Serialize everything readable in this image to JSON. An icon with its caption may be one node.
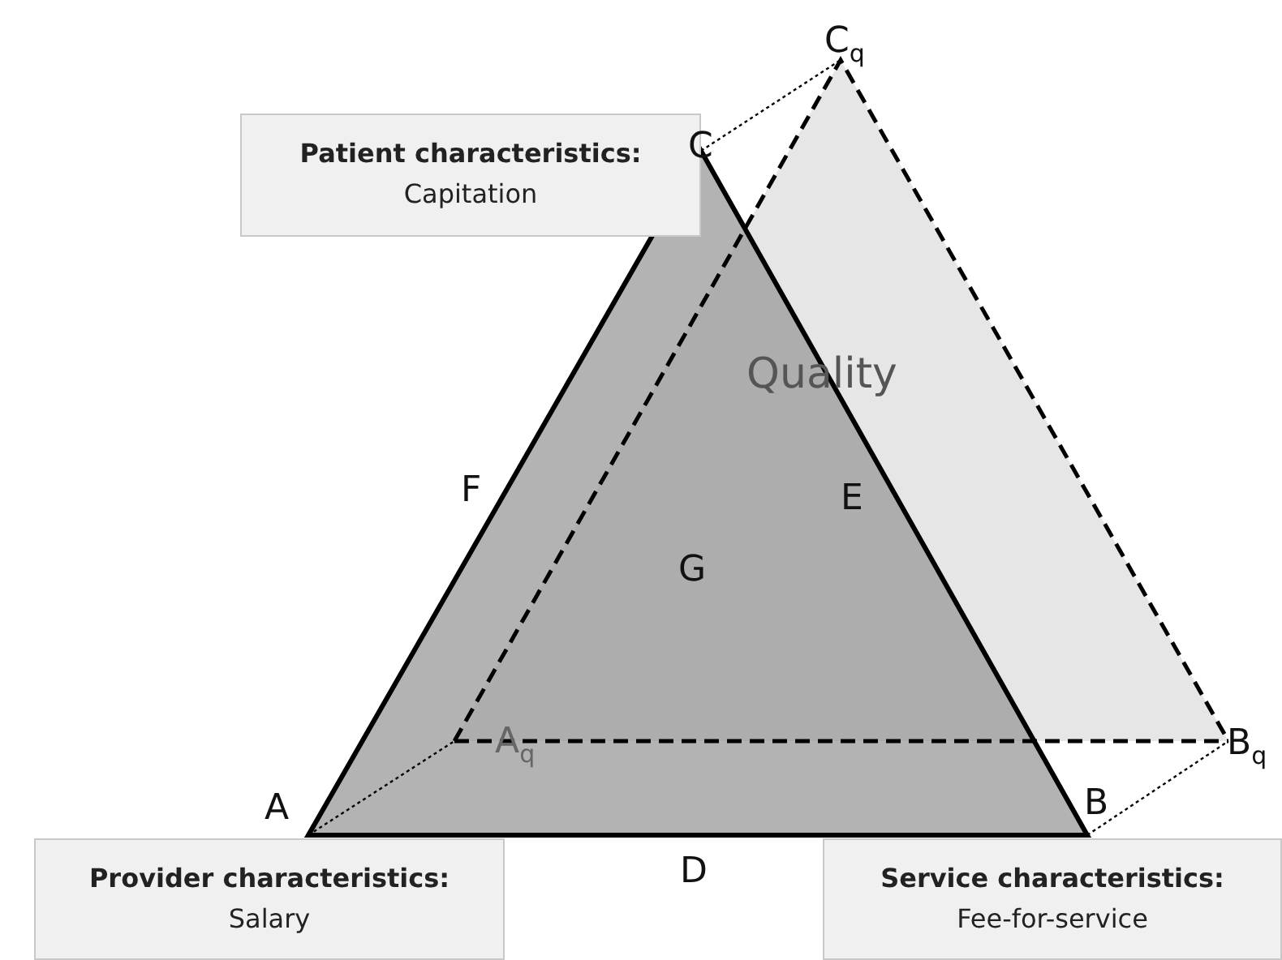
{
  "diagram": {
    "nodes": [
      {
        "text": [
          "Patient characteristics:",
          "Capitation"
        ]
      },
      {
        "text": [
          "Provider characteristics:",
          "Salary"
        ]
      },
      {
        "text": [
          "Service characteristics:",
          "Fee-for-service"
        ]
      }
    ],
    "labels": [
      "C$_{q}$",
      "C",
      "Quality",
      "F",
      "E",
      "G",
      "A$_{q}$",
      "B$_{q}$",
      "A",
      "B",
      "D"
    ]
  }
}
